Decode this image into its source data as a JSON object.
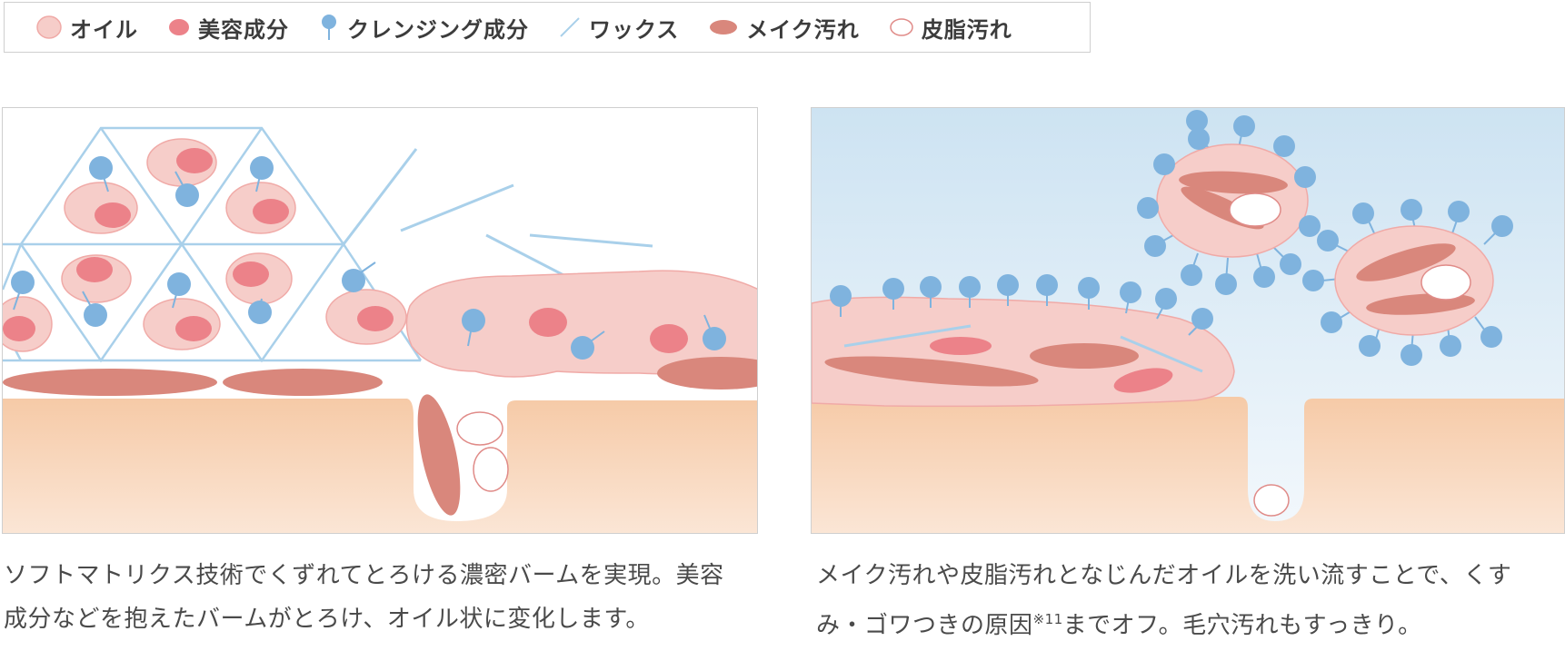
{
  "legend": {
    "items": [
      {
        "label": "オイル",
        "icon": "oil-icon"
      },
      {
        "label": "美容成分",
        "icon": "beauty-ingredient-icon"
      },
      {
        "label": "クレンジング成分",
        "icon": "cleansing-ingredient-icon"
      },
      {
        "label": "ワックス",
        "icon": "wax-icon"
      },
      {
        "label": "メイク汚れ",
        "icon": "makeup-dirt-icon"
      },
      {
        "label": "皮脂汚れ",
        "icon": "sebum-dirt-icon"
      }
    ]
  },
  "colors": {
    "oil": "#f6cdc9",
    "oil_stroke": "#f0aaa7",
    "beauty": "#ec8289",
    "cleansing": "#7fb3de",
    "wax": "#a9d0ea",
    "makeup": "#d9877c",
    "sebum_stroke": "#e08b88",
    "skin": "#f6caa7",
    "sky_top": "#cde3f2"
  },
  "left_panel": {
    "caption_line1": "ソフトマトリクス技術でくずれてとろける濃密バームを実現。美容",
    "caption_line2": "成分などを抱えたバームがとろけ、オイル状に変化します。"
  },
  "right_panel": {
    "caption_line1": "メイク汚れや皮脂汚れとなじんだオイルを洗い流すことで、くす",
    "caption_line2_a": "み・ゴワつきの原因",
    "caption_note": "※11",
    "caption_line2_b": "までオフ。毛穴汚れもすっきり。"
  }
}
